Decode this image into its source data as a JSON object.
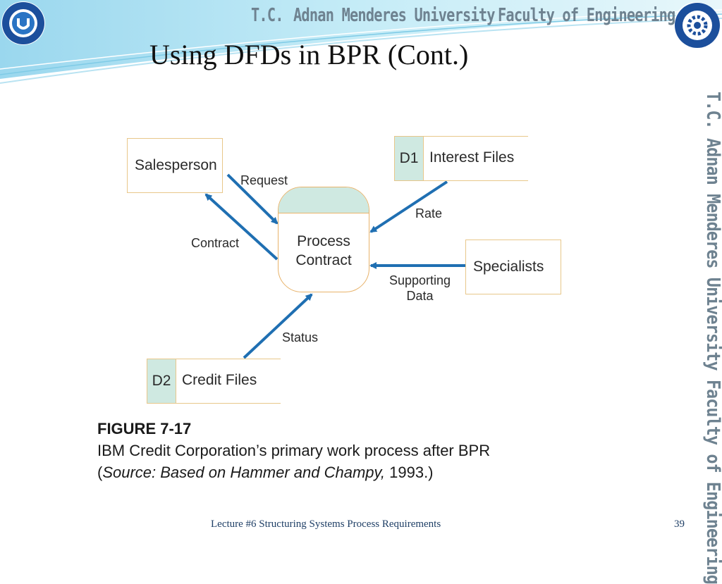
{
  "header": {
    "left_logo": "university-seal",
    "right_logo": "engineering-faculty-seal",
    "banner_part1": "T.C.",
    "banner_part2": "Adnan Menderes University",
    "banner_part3": "Faculty of Engineering",
    "side_banner": "T.C.  Adnan Menderes University   Faculty of Engineering"
  },
  "slide": {
    "title": "Using DFDs in BPR (Cont.)"
  },
  "diagram": {
    "external_entities": [
      "Salesperson",
      "Specialists"
    ],
    "process": {
      "line1": "Process",
      "line2": "Contract"
    },
    "data_stores": [
      {
        "id": "D1",
        "name": "Interest Files"
      },
      {
        "id": "D2",
        "name": "Credit Files"
      }
    ],
    "flows": {
      "request": "Request",
      "contract": "Contract",
      "rate": "Rate",
      "supporting_line1": "Supporting",
      "supporting_line2": "Data",
      "status": "Status"
    },
    "colors": {
      "arrow": "#1f6fb2",
      "box_border": "#e8c78a",
      "fill_accent": "#cfe9e1"
    }
  },
  "caption": {
    "figure": "FIGURE 7-17",
    "description": "IBM Credit Corporation’s primary work process after BPR",
    "source_open": "(",
    "source_italic": "Source: Based on Hammer and Champy,",
    "source_year": " 1993.)"
  },
  "footer": {
    "lecture": "Lecture #6 Structuring Systems Process Requirements",
    "page_number": "39"
  }
}
